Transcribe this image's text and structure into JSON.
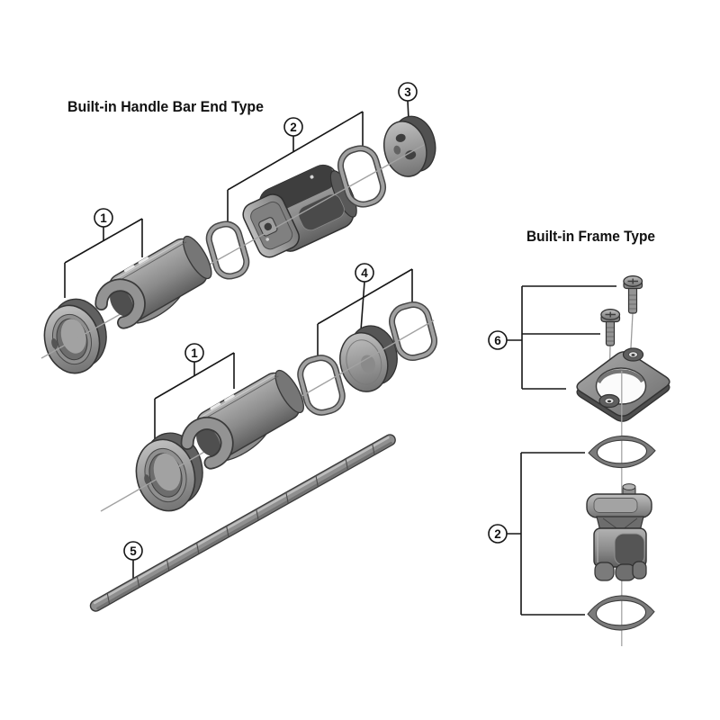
{
  "titles": {
    "handlebar": "Built-in Handle Bar End Type",
    "frame": "Built-in Frame Type"
  },
  "callouts": {
    "hb_cover_set_top": "1",
    "hb_junction_set": "2",
    "hb_end_cap": "3",
    "hb_cover_set_bottom": "1",
    "hb_plug_set": "4",
    "hb_spacer": "5",
    "fr_fixing_set": "6",
    "fr_junction_set": "2"
  },
  "colors": {
    "background": "#ffffff",
    "callout_line": "#161616",
    "axis_line": "#a2a2a2",
    "part_dark": "#3a3a3a",
    "part_mid": "#8e8e8e",
    "part_light": "#c4c4c4"
  }
}
